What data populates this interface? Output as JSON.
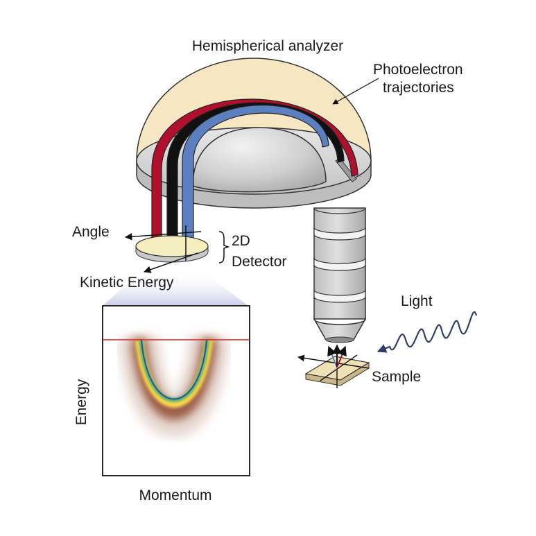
{
  "labels": {
    "analyzer": "Hemispherical analyzer",
    "trajectories_line1": "Photoelectron",
    "trajectories_line2": "trajectories",
    "angle": "Angle",
    "detector_line1": "2D",
    "detector_line2": "Detector",
    "kinetic_energy": "Kinetic Energy",
    "light": "Light",
    "sample": "Sample",
    "energy_axis": "Energy",
    "momentum_axis": "Momentum"
  },
  "colors": {
    "dome_fill": "#f6e6c2",
    "plate_fill": "#d9d9d9",
    "inner_dome": "#cfcfcf",
    "trajectory_red": "#b0102c",
    "trajectory_black": "#111111",
    "trajectory_blue": "#5b7fbf",
    "detector_fill": "#f4edbd",
    "fermi_line": "#d42020",
    "light_wave": "#2f3f63",
    "projection_fill": "#d6d9ee"
  },
  "icons": [
    "angle-arrow-icon",
    "kinetic-energy-arrow-icon",
    "light-arrow-icon",
    "sample-axes-icon"
  ]
}
